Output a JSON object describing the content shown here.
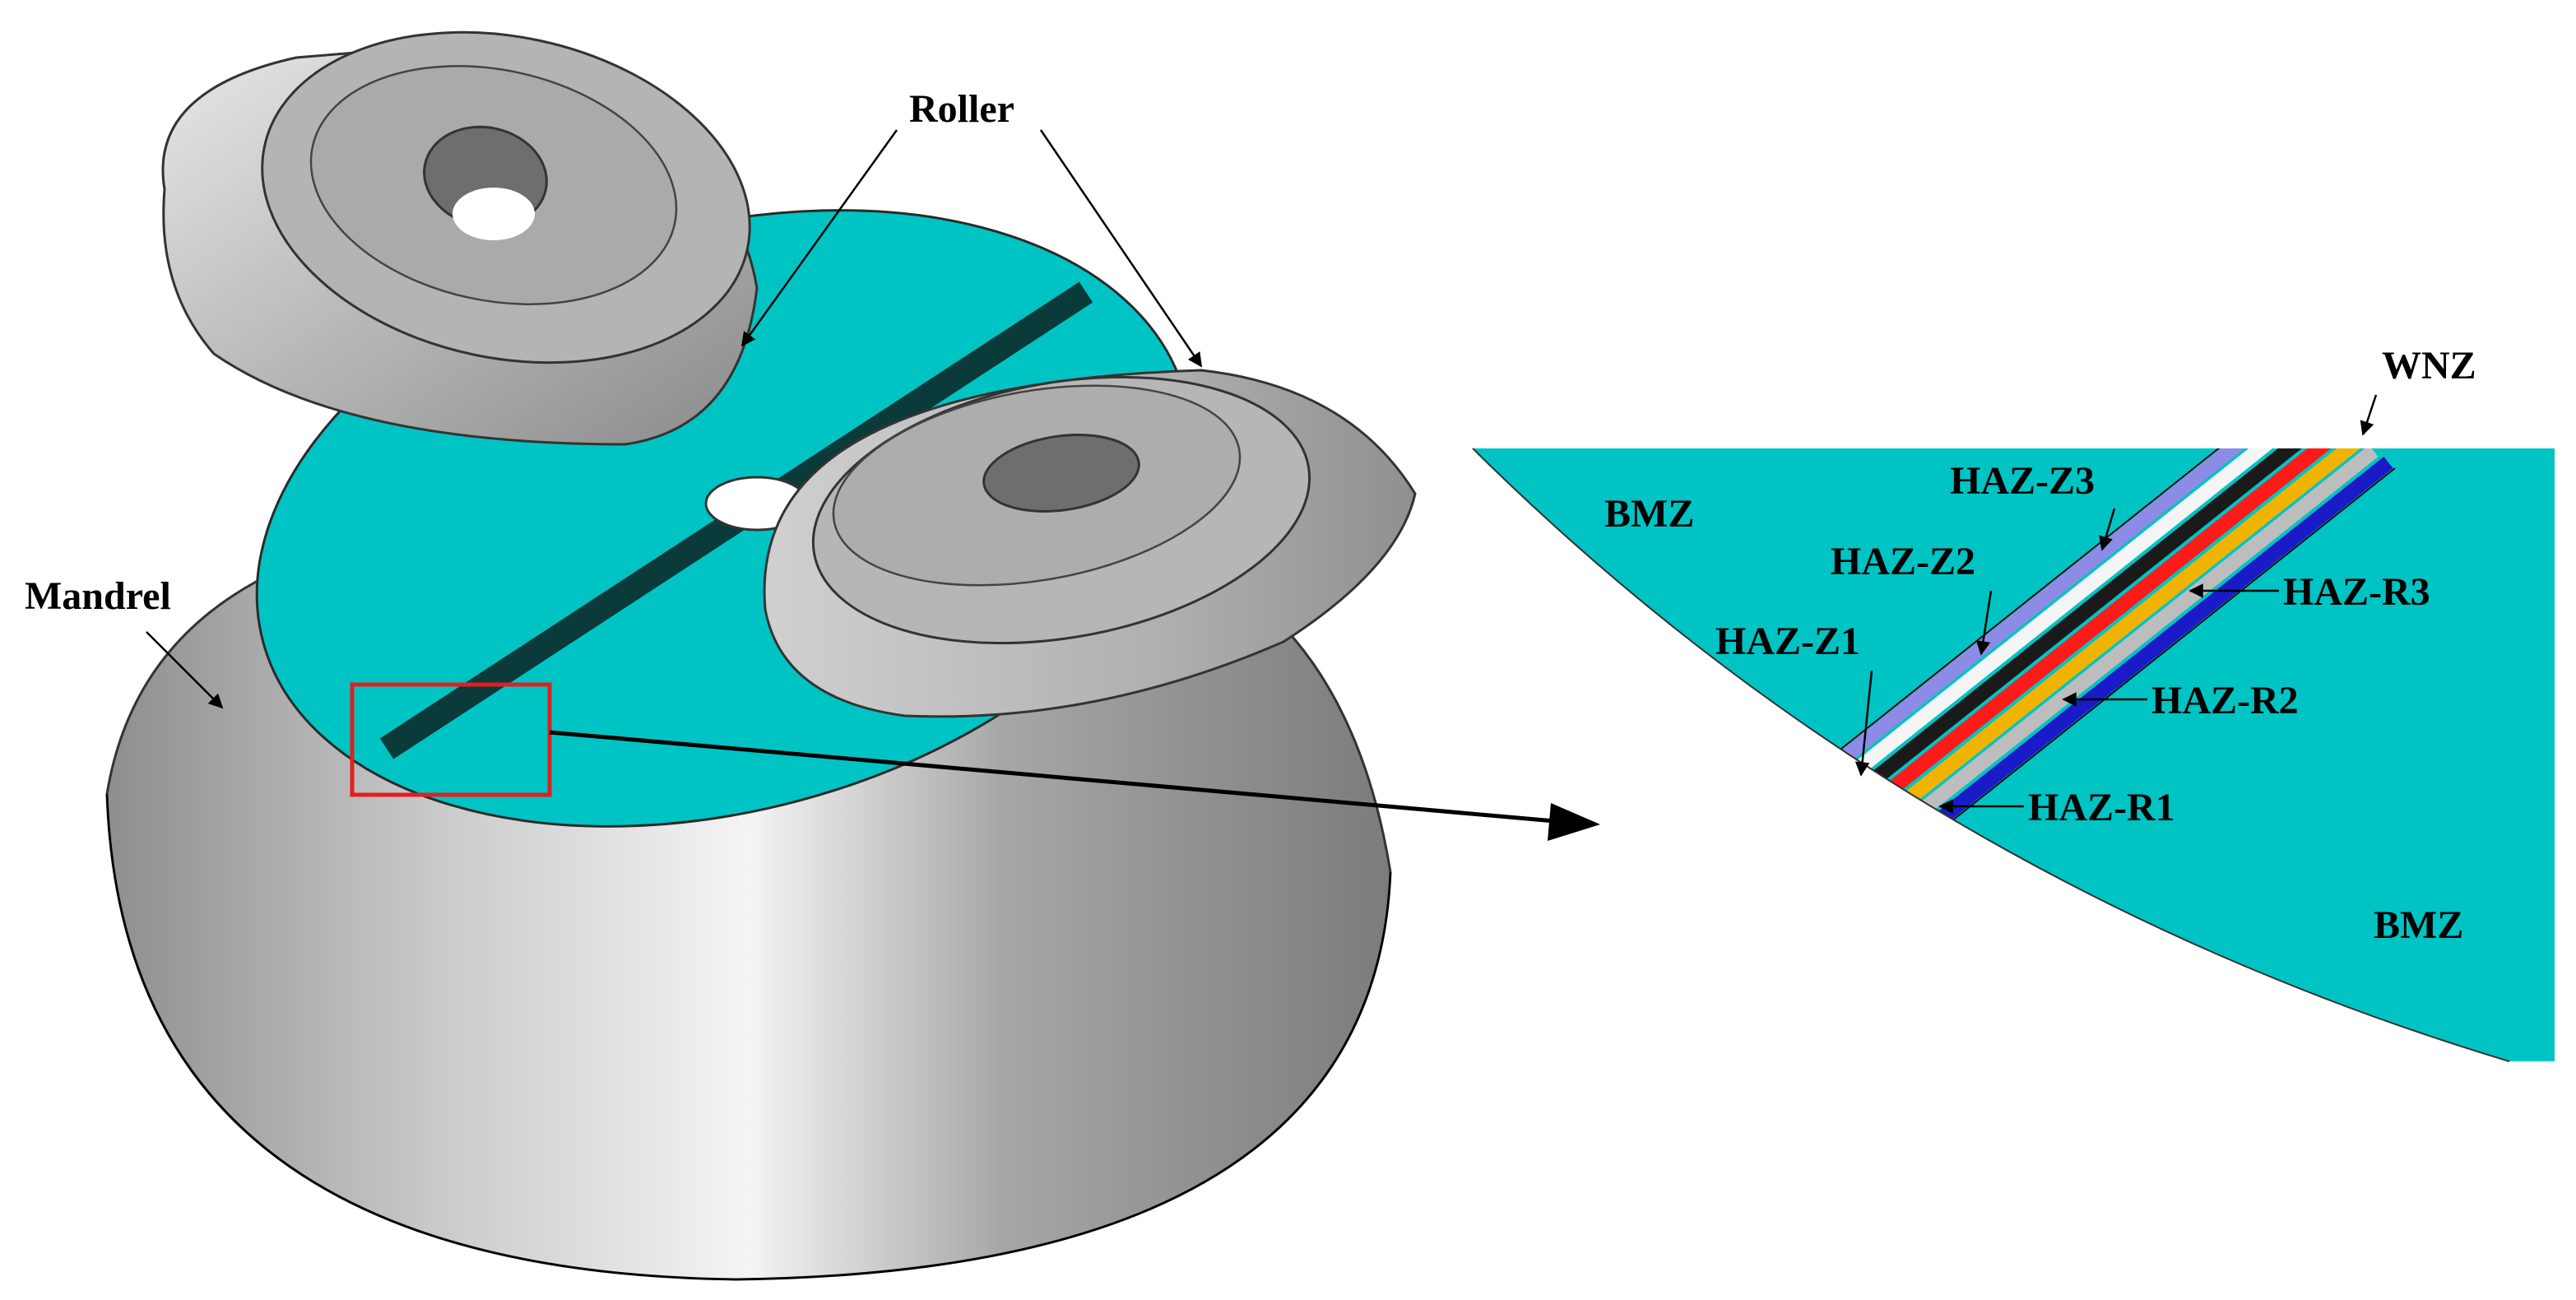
{
  "labels": {
    "roller": "Roller",
    "mandrel": "Mandrel",
    "wnz": "WNZ",
    "bmz_top": "BMZ",
    "bmz_bottom": "BMZ",
    "haz_z1": "HAZ-Z1",
    "haz_z2": "HAZ-Z2",
    "haz_z3": "HAZ-Z3",
    "haz_r1": "HAZ-R1",
    "haz_r2": "HAZ-R2",
    "haz_r3": "HAZ-R3"
  },
  "colors": {
    "blank_disc": "#00C4C4",
    "weld_seam": "#0A3A3A",
    "metal_light": "#E2E2E2",
    "metal_dark": "#8E8E8E",
    "zoom_box": "#E02020",
    "zone_bands": [
      "#8C8CE6",
      "#F5F5F5",
      "#1A1A1A",
      "#FF1A1A",
      "#F0B400",
      "#BDBDBD",
      "#1A1AC8"
    ]
  }
}
